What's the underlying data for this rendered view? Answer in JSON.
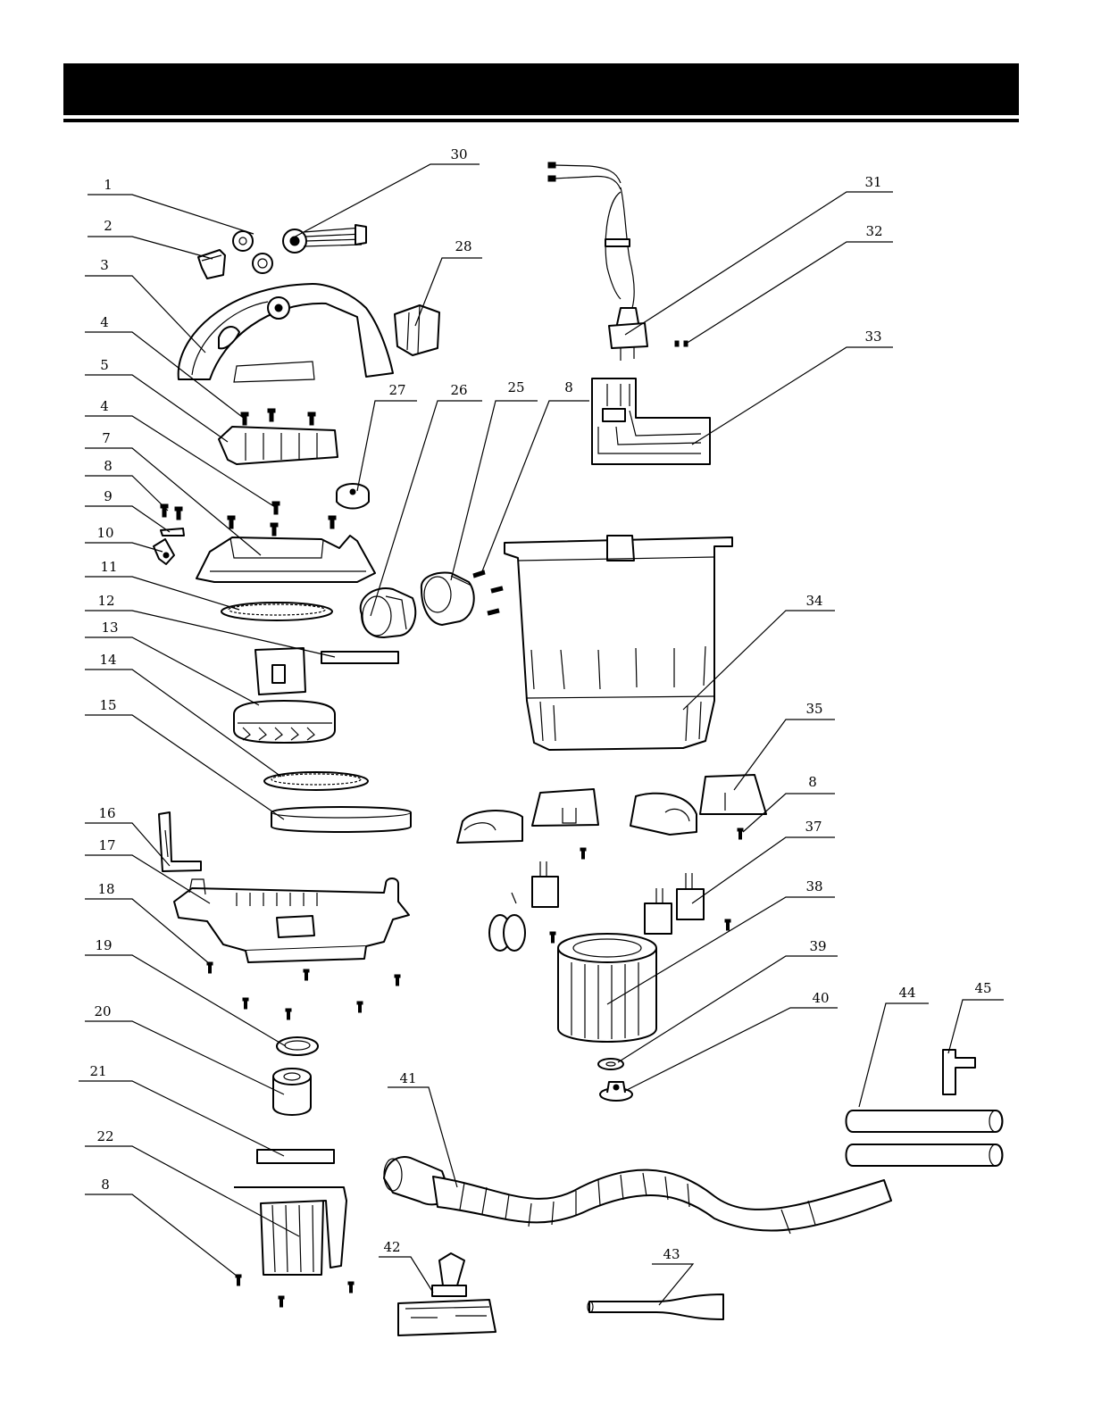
{
  "header": {
    "title": ""
  },
  "colors": {
    "ink": "#000000",
    "paper": "#ffffff"
  },
  "callouts": [
    {
      "id": "c1",
      "label": "1"
    },
    {
      "id": "c2",
      "label": "2"
    },
    {
      "id": "c3",
      "label": "3"
    },
    {
      "id": "c4a",
      "label": "4"
    },
    {
      "id": "c5",
      "label": "5"
    },
    {
      "id": "c4b",
      "label": "4"
    },
    {
      "id": "c7",
      "label": "7"
    },
    {
      "id": "c8a",
      "label": "8"
    },
    {
      "id": "c9",
      "label": "9"
    },
    {
      "id": "c10",
      "label": "10"
    },
    {
      "id": "c11",
      "label": "11"
    },
    {
      "id": "c12",
      "label": "12"
    },
    {
      "id": "c13",
      "label": "13"
    },
    {
      "id": "c14",
      "label": "14"
    },
    {
      "id": "c15",
      "label": "15"
    },
    {
      "id": "c16",
      "label": "16"
    },
    {
      "id": "c17",
      "label": "17"
    },
    {
      "id": "c18",
      "label": "18"
    },
    {
      "id": "c19",
      "label": "19"
    },
    {
      "id": "c20",
      "label": "20"
    },
    {
      "id": "c21",
      "label": "21"
    },
    {
      "id": "c22",
      "label": "22"
    },
    {
      "id": "c8b",
      "label": "8"
    },
    {
      "id": "c30",
      "label": "30"
    },
    {
      "id": "c28",
      "label": "28"
    },
    {
      "id": "c27",
      "label": "27"
    },
    {
      "id": "c26",
      "label": "26"
    },
    {
      "id": "c25",
      "label": "25"
    },
    {
      "id": "c8c",
      "label": "8"
    },
    {
      "id": "c31",
      "label": "31"
    },
    {
      "id": "c32",
      "label": "32"
    },
    {
      "id": "c33",
      "label": "33"
    },
    {
      "id": "c34",
      "label": "34"
    },
    {
      "id": "c35",
      "label": "35"
    },
    {
      "id": "c8d",
      "label": "8"
    },
    {
      "id": "c37",
      "label": "37"
    },
    {
      "id": "c38",
      "label": "38"
    },
    {
      "id": "c39",
      "label": "39"
    },
    {
      "id": "c40",
      "label": "40"
    },
    {
      "id": "c44",
      "label": "44"
    },
    {
      "id": "c45",
      "label": "45"
    },
    {
      "id": "c41",
      "label": "41"
    },
    {
      "id": "c42",
      "label": "42"
    },
    {
      "id": "c43",
      "label": "43"
    }
  ]
}
